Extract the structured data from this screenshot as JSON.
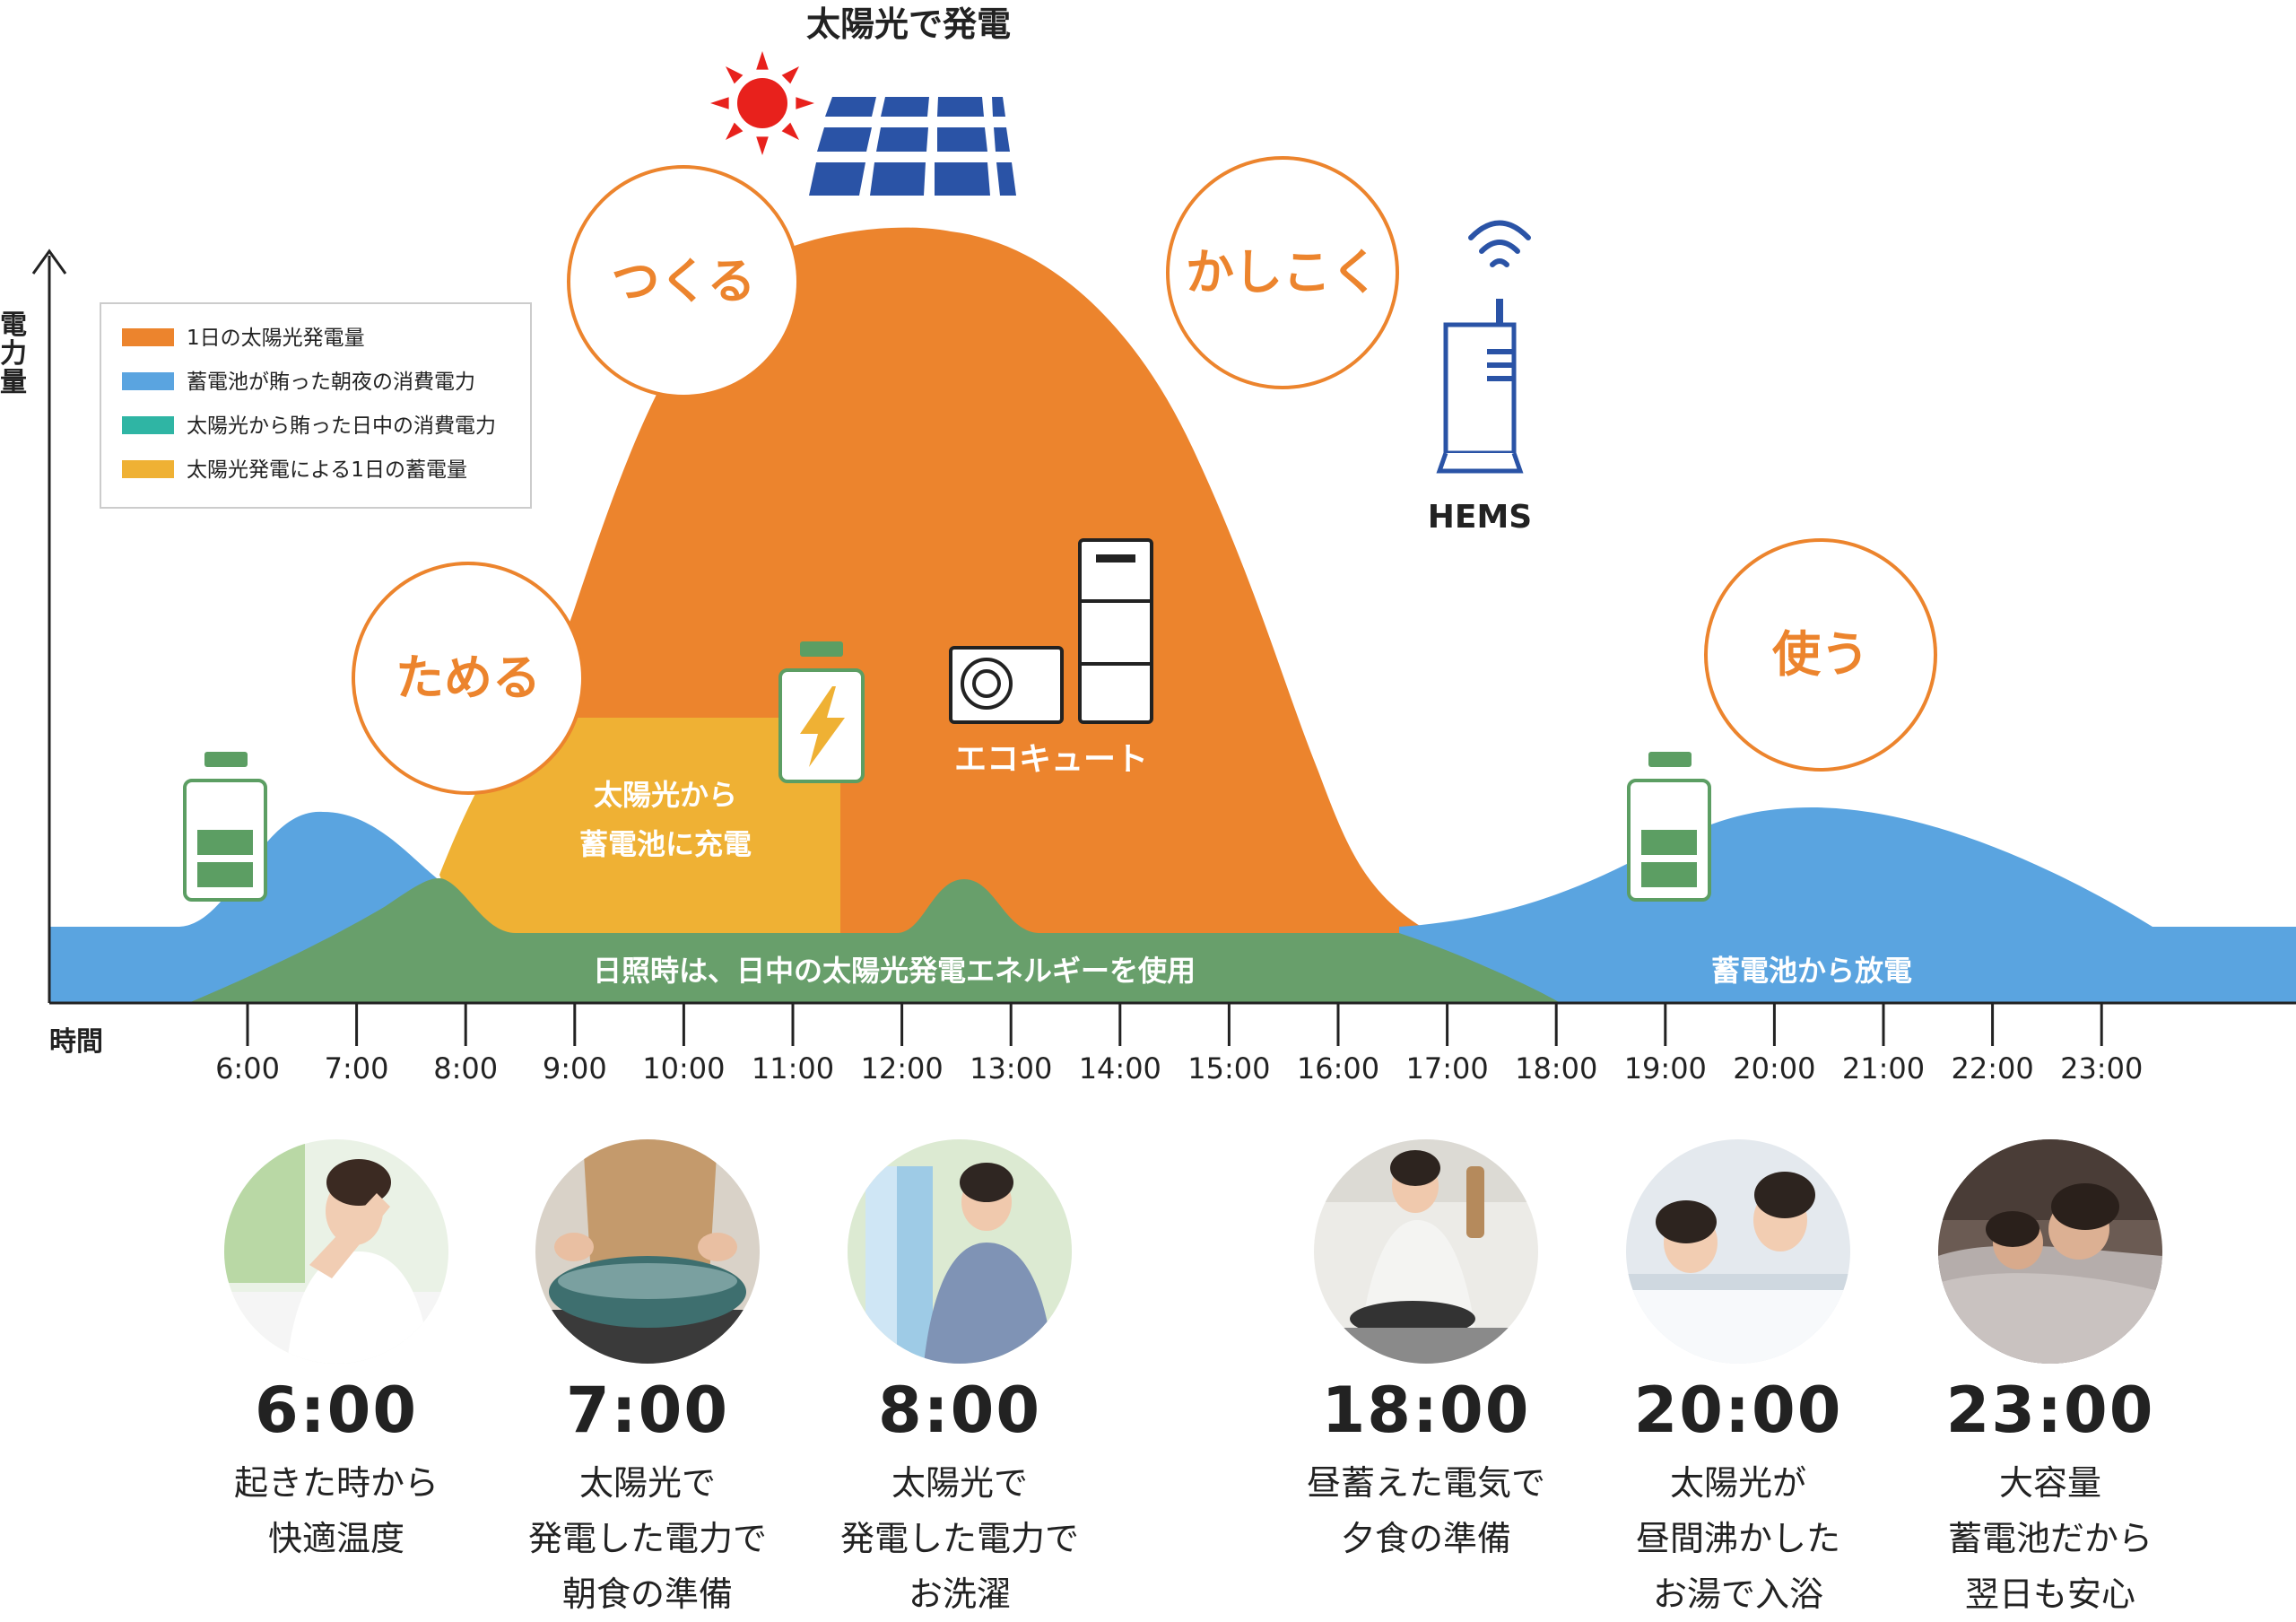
{
  "title": "太陽光で発電",
  "y_axis_label": "電力量",
  "x_axis_label": "時間",
  "time_ticks": [
    "6:00",
    "7:00",
    "8:00",
    "9:00",
    "10:00",
    "11:00",
    "12:00",
    "13:00",
    "14:00",
    "15:00",
    "16:00",
    "17:00",
    "18:00",
    "19:00",
    "20:00",
    "21:00",
    "22:00",
    "23:00"
  ],
  "legend": [
    {
      "label": "1日の太陽光発電量",
      "color": "#ec842d"
    },
    {
      "label": "蓄電池が賄った朝夜の消費電力",
      "color": "#5aa4e0"
    },
    {
      "label": "太陽光から賄った日中の消費電力",
      "color": "#2fb5a4"
    },
    {
      "label": "太陽光発電による1日の蓄電量",
      "color": "#efb134"
    }
  ],
  "bubbles": {
    "tsukuru": "つくる",
    "kashikoku": "かしこく",
    "tameru": "ためる",
    "tsukau": "使う"
  },
  "labels": {
    "charge_line1": "太陽光から",
    "charge_line2": "蓄電池に充電",
    "ecocute": "エコキュート",
    "hems": "HEMS",
    "daytime_use": "日照時は、日中の太陽光発電エネルギーを使用",
    "discharge": "蓄電池から放電"
  },
  "colors": {
    "orange": "#ec842d",
    "blue": "#5aa4e0",
    "green": "#689f6b",
    "yellow": "#efb134",
    "panel": "#2a53a6",
    "sun": "#e8211c",
    "battery": "#5c9e63"
  },
  "scenes": [
    {
      "time": "6:00",
      "lines": [
        "起きた時から",
        "快適温度"
      ]
    },
    {
      "time": "7:00",
      "lines": [
        "太陽光で",
        "発電した電力で",
        "朝食の準備"
      ]
    },
    {
      "time": "8:00",
      "lines": [
        "太陽光で",
        "発電した電力で",
        "お洗濯"
      ]
    },
    {
      "time": "18:00",
      "lines": [
        "昼蓄えた電気で",
        "夕食の準備"
      ]
    },
    {
      "time": "20:00",
      "lines": [
        "太陽光が",
        "昼間沸かした",
        "お湯で入浴"
      ]
    },
    {
      "time": "23:00",
      "lines": [
        "大容量",
        "蓄電池だから",
        "翌日も安心"
      ]
    }
  ]
}
